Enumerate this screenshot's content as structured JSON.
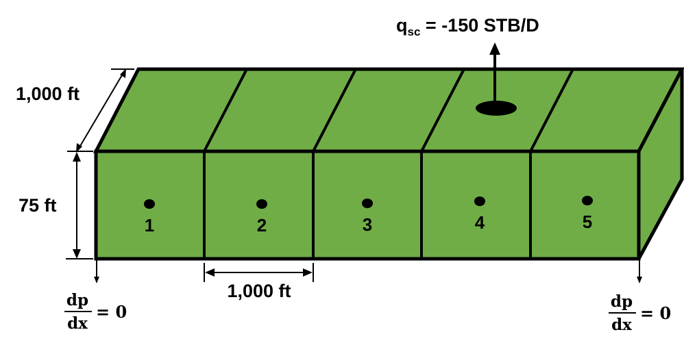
{
  "well": {
    "rate_symbol": "q",
    "rate_subscript": "sc",
    "rate_value": " = -150 STB/D"
  },
  "dimensions": {
    "depth_label": "1,000 ft",
    "height_label": "75 ft",
    "block_width_label": "1,000 ft"
  },
  "blocks": [
    "1",
    "2",
    "3",
    "4",
    "5"
  ],
  "boundaries": {
    "left": {
      "numerator": "dp",
      "denominator": "dx",
      "rhs": "= 0"
    },
    "right": {
      "numerator": "dp",
      "denominator": "dx",
      "rhs": "= 0"
    }
  },
  "colors": {
    "block_fill": "#70ad47",
    "outline": "#000000"
  }
}
